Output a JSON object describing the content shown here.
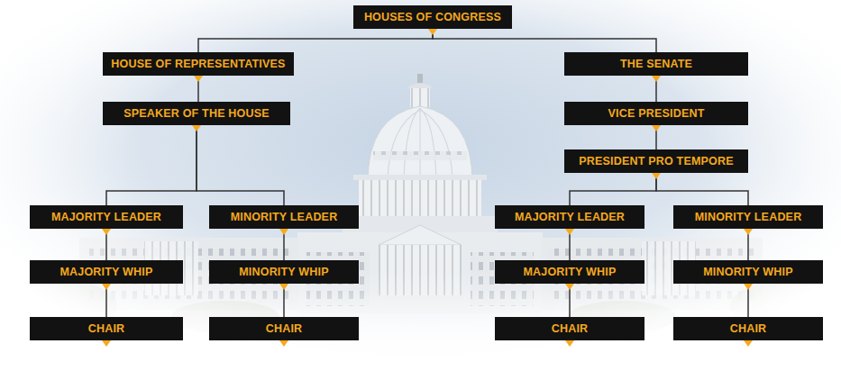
{
  "diagram": {
    "nodes": [
      {
        "text": [
          "HOUSES OF CONGRESS"
        ]
      },
      {
        "text": [
          "HOUSE OF REPRESENTATIVES"
        ]
      },
      {
        "text": [
          "THE SENATE"
        ]
      },
      {
        "text": [
          "SPEAKER OF THE HOUSE"
        ]
      },
      {
        "text": [
          "VICE PRESIDENT"
        ]
      },
      {
        "text": [
          "PRESIDENT PRO TEMPORE"
        ]
      },
      {
        "text": [
          "MAJORITY LEADER"
        ]
      },
      {
        "text": [
          "MINORITY LEADER"
        ]
      },
      {
        "text": [
          "MAJORITY LEADER"
        ]
      },
      {
        "text": [
          "MINORITY LEADER"
        ]
      },
      {
        "text": [
          "MAJORITY WHIP"
        ]
      },
      {
        "text": [
          "MINORITY WHIP"
        ]
      },
      {
        "text": [
          "MAJORITY WHIP"
        ]
      },
      {
        "text": [
          "MINORITY WHIP"
        ]
      },
      {
        "text": [
          "CHAIR"
        ]
      },
      {
        "text": [
          "CHAIR"
        ]
      },
      {
        "text": [
          "CHAIR"
        ]
      },
      {
        "text": [
          "CHAIR"
        ]
      }
    ],
    "edges": [
      {
        "from": 0,
        "to": 1,
        "arrow": "none"
      },
      {
        "from": 0,
        "to": 2,
        "arrow": "none"
      },
      {
        "from": 1,
        "to": 3,
        "arrow": "none"
      },
      {
        "from": 2,
        "to": 4,
        "arrow": "none"
      },
      {
        "from": 4,
        "to": 5,
        "arrow": "none"
      },
      {
        "from": 3,
        "to": 6,
        "arrow": "none"
      },
      {
        "from": 3,
        "to": 7,
        "arrow": "none"
      },
      {
        "from": 5,
        "to": 8,
        "arrow": "none"
      },
      {
        "from": 5,
        "to": 9,
        "arrow": "none"
      },
      {
        "from": 6,
        "to": 10,
        "arrow": "none"
      },
      {
        "from": 7,
        "to": 11,
        "arrow": "none"
      },
      {
        "from": 8,
        "to": 12,
        "arrow": "none"
      },
      {
        "from": 9,
        "to": 13,
        "arrow": "none"
      },
      {
        "from": 10,
        "to": 14,
        "arrow": "none"
      },
      {
        "from": 11,
        "to": 15,
        "arrow": "none"
      },
      {
        "from": 12,
        "to": 16,
        "arrow": "none"
      },
      {
        "from": 13,
        "to": 17,
        "arrow": "none"
      }
    ]
  }
}
